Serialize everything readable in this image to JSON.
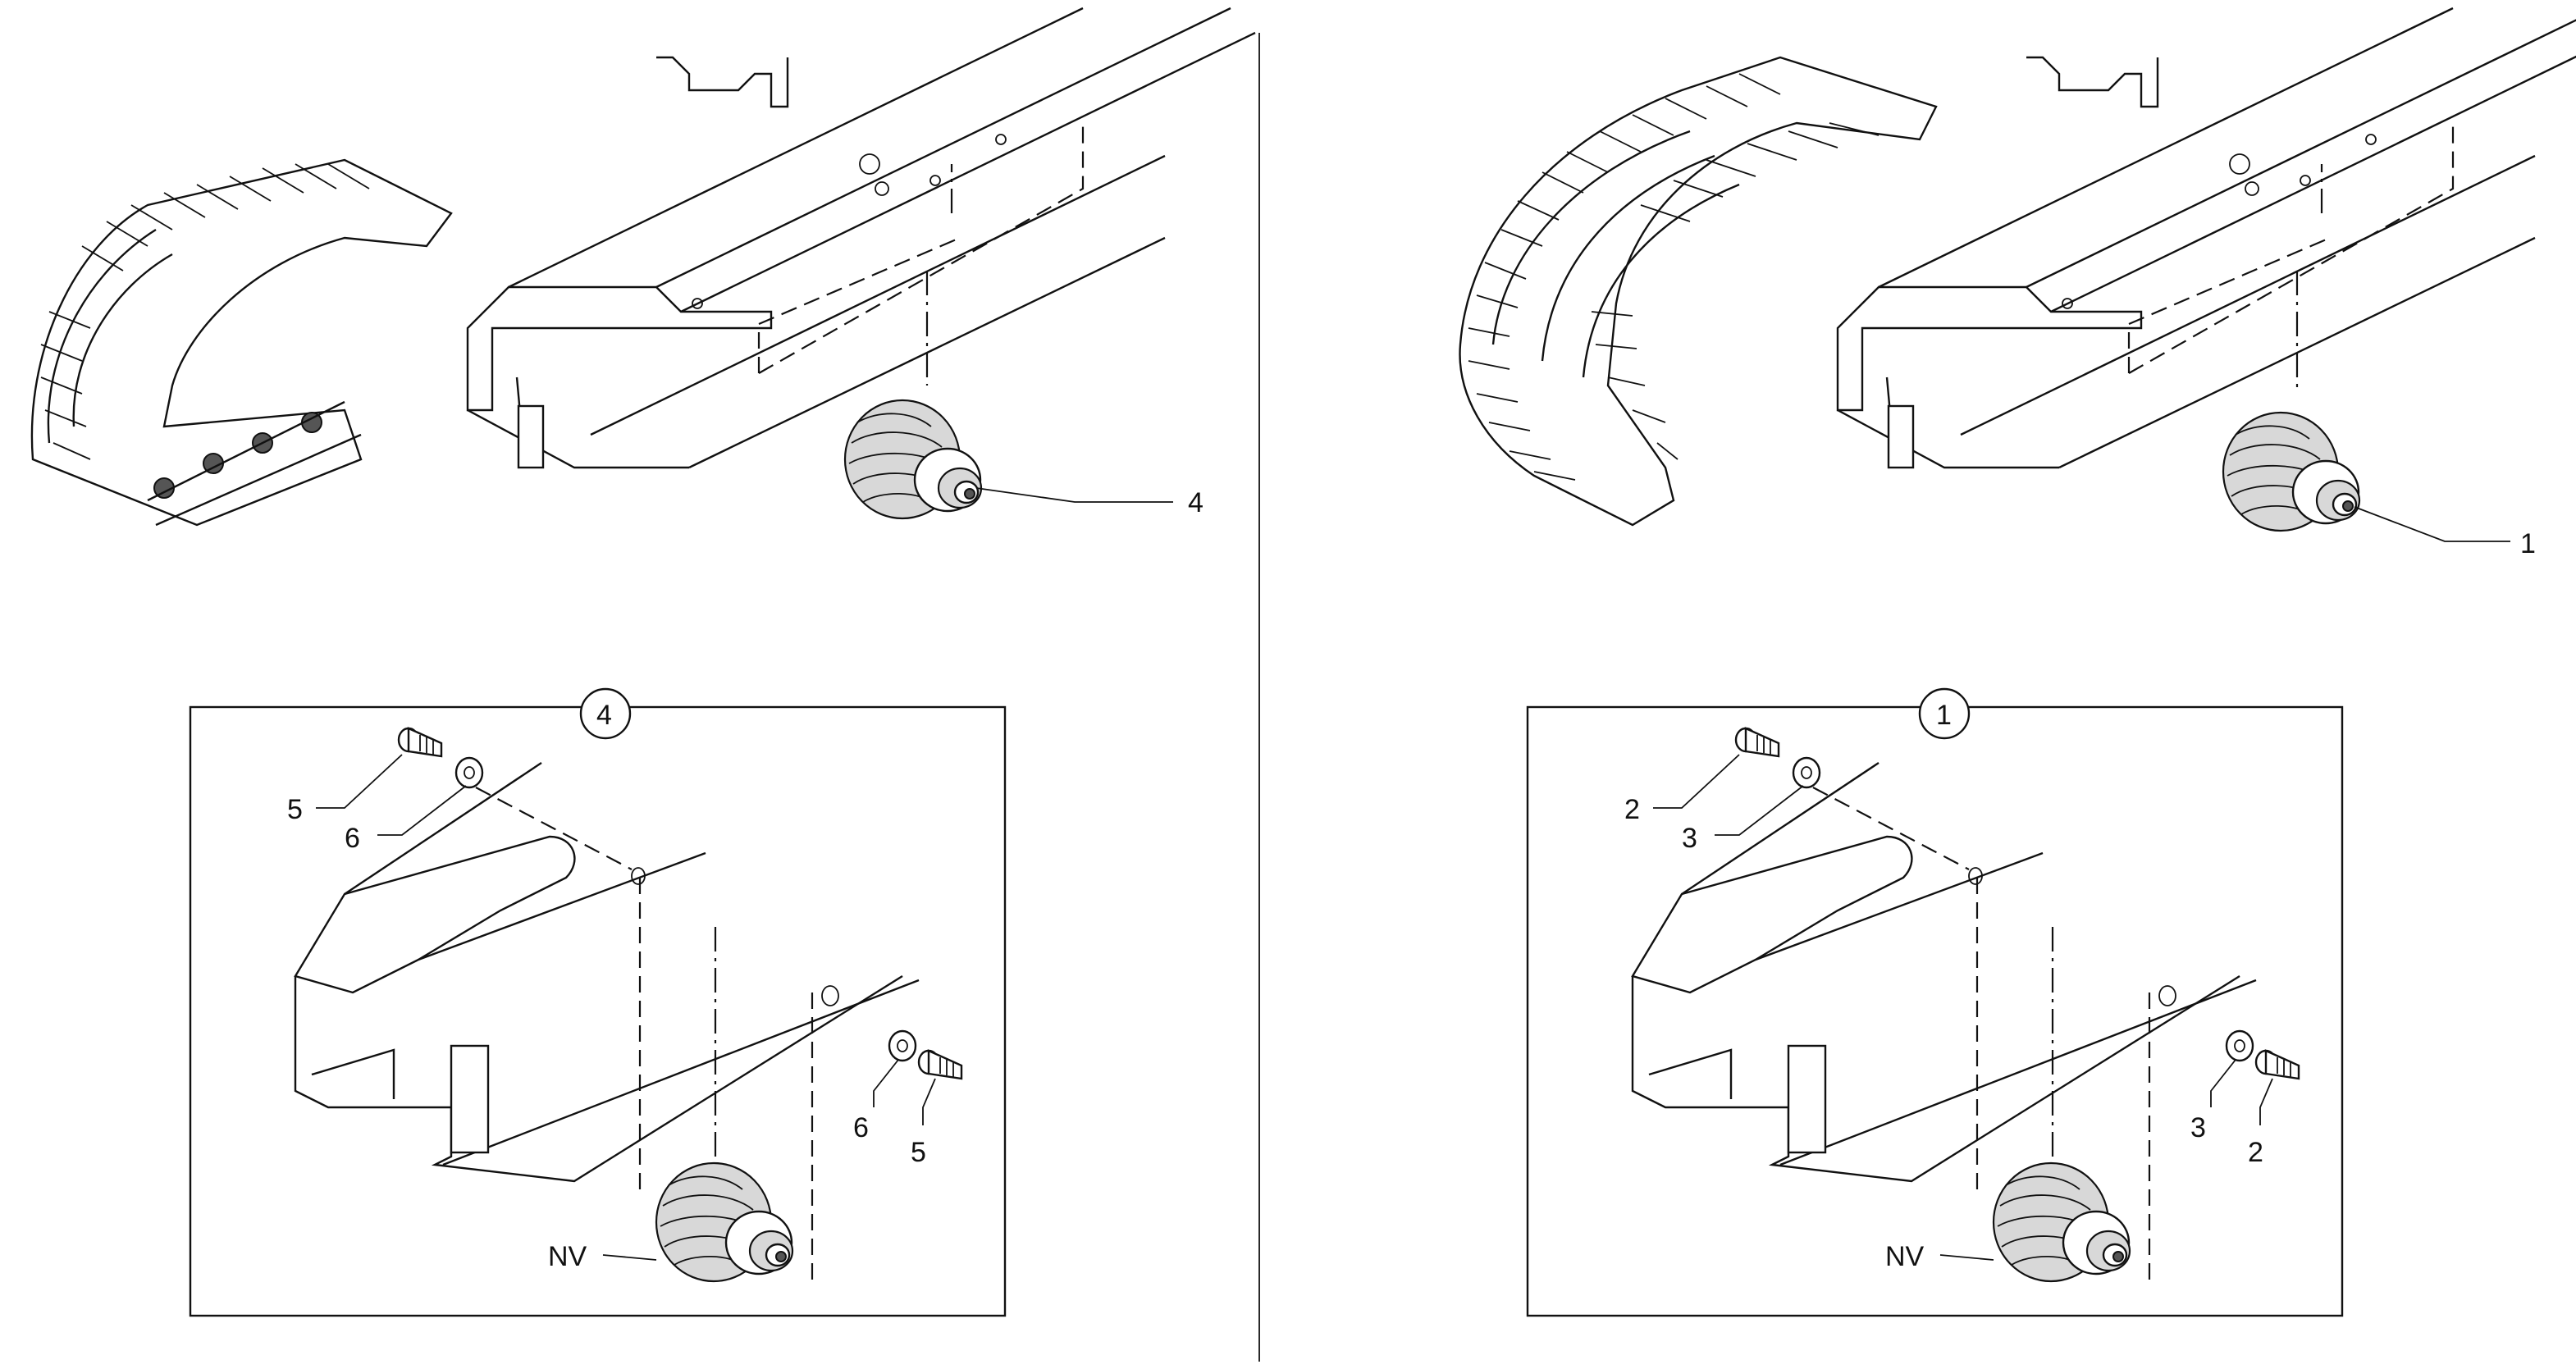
{
  "left_panel": {
    "callout": "4",
    "detail_badge": "4",
    "detail_labels": {
      "bolt_top": "5",
      "washer_top": "6",
      "washer_bottom": "6",
      "bolt_bottom": "5",
      "roller": "NV"
    }
  },
  "right_panel": {
    "callout": "1",
    "detail_badge": "1",
    "detail_labels": {
      "bolt_top": "2",
      "washer_top": "3",
      "washer_bottom": "3",
      "bolt_bottom": "2",
      "roller": "NV"
    }
  }
}
